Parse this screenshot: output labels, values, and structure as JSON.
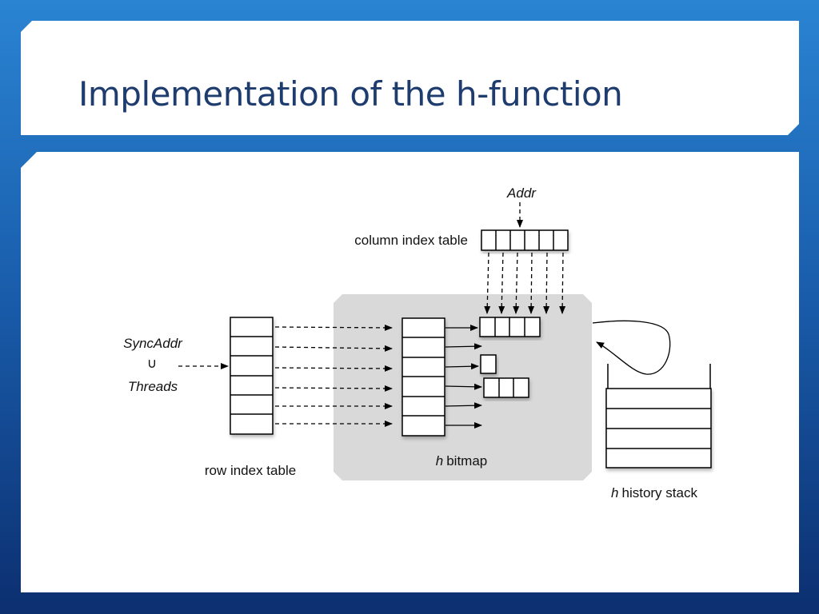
{
  "slide": {
    "title": "Implementation of the h-function"
  },
  "diagram": {
    "addr_label": "Addr",
    "column_index_table_label": "column index table",
    "syncaddr_label": "SyncAddr",
    "union_symbol": "∪",
    "threads_label": "Threads",
    "row_index_table_label": "row index table",
    "bitmap_label_h": "h",
    "bitmap_label_rest": "bitmap",
    "history_label_h": "h",
    "history_label_rest": "history stack"
  }
}
